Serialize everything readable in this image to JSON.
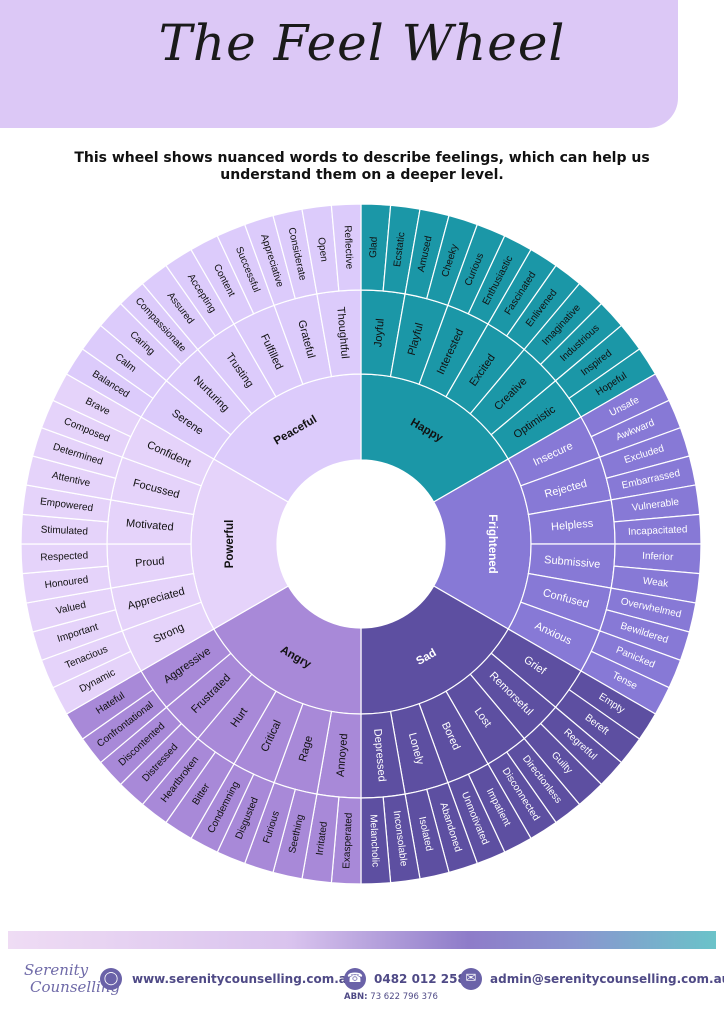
{
  "page": {
    "title": "The Feel Wheel",
    "subtitle": "This wheel shows nuanced words to describe feelings, which can help us understand them on a deeper level."
  },
  "colors": {
    "header_band": "#dcc8f6",
    "happy": "#1b97a7",
    "frightened": "#8779d6",
    "sad": "#5d4fa1",
    "angry": "#a889d8",
    "powerful": "#e5d3fa",
    "peaceful": "#dccbfb"
  },
  "wheel": {
    "segments": [
      {
        "core": "Happy",
        "color": "#1b97a7",
        "text": "#111111",
        "groups": [
          {
            "mid": "Joyful",
            "outer": [
              "Glad",
              "Ecstatic"
            ]
          },
          {
            "mid": "Playful",
            "outer": [
              "Amused",
              "Cheeky"
            ]
          },
          {
            "mid": "Interested",
            "outer": [
              "Curious",
              "Enthusiastic"
            ]
          },
          {
            "mid": "Excited",
            "outer": [
              "Fascinated",
              "Enlivened"
            ]
          },
          {
            "mid": "Creative",
            "outer": [
              "Imaginative",
              "Industrious"
            ]
          },
          {
            "mid": "Optimistic",
            "outer": [
              "Inspired",
              "Hopeful"
            ]
          }
        ]
      },
      {
        "core": "Frightened",
        "color": "#8779d6",
        "text": "#ffffff",
        "groups": [
          {
            "mid": "Insecure",
            "outer": [
              "Unsafe",
              "Awkward"
            ]
          },
          {
            "mid": "Rejected",
            "outer": [
              "Excluded",
              "Embarrassed"
            ]
          },
          {
            "mid": "Helpless",
            "outer": [
              "Vulnerable",
              "Incapacitated"
            ]
          },
          {
            "mid": "Submissive",
            "outer": [
              "Inferior",
              "Weak"
            ]
          },
          {
            "mid": "Confused",
            "outer": [
              "Overwhelmed",
              "Bewildered"
            ]
          },
          {
            "mid": "Anxious",
            "outer": [
              "Panicked",
              "Tense"
            ]
          }
        ]
      },
      {
        "core": "Sad",
        "color": "#5d4fa1",
        "text": "#ffffff",
        "groups": [
          {
            "mid": "Grief",
            "outer": [
              "Empty",
              "Bereft"
            ]
          },
          {
            "mid": "Remorseful",
            "outer": [
              "Regretful",
              "Guilty"
            ]
          },
          {
            "mid": "Lost",
            "outer": [
              "Directionless",
              "Disconnected"
            ]
          },
          {
            "mid": "Bored",
            "outer": [
              "Impatient",
              "Unmotivated"
            ]
          },
          {
            "mid": "Lonely",
            "outer": [
              "Abandoned",
              "Isolated"
            ]
          },
          {
            "mid": "Depressed",
            "outer": [
              "Inconsolable",
              "Melancholic"
            ]
          }
        ]
      },
      {
        "core": "Angry",
        "color": "#a889d8",
        "text": "#111111",
        "groups": [
          {
            "mid": "Annoyed",
            "outer": [
              "Exasperated",
              "Irritated"
            ]
          },
          {
            "mid": "Rage",
            "outer": [
              "Seething",
              "Furious"
            ]
          },
          {
            "mid": "Critical",
            "outer": [
              "Disgusted",
              "Condemning"
            ]
          },
          {
            "mid": "Hurt",
            "outer": [
              "Bitter",
              "Heartbroken"
            ]
          },
          {
            "mid": "Frustrated",
            "outer": [
              "Distressed",
              "Discontented"
            ]
          },
          {
            "mid": "Aggressive",
            "outer": [
              "Confrontational",
              "Hateful"
            ]
          }
        ]
      },
      {
        "core": "Powerful",
        "color": "#e5d3fa",
        "text": "#111111",
        "groups": [
          {
            "mid": "Strong",
            "outer": [
              "Dynamic",
              "Tenacious"
            ]
          },
          {
            "mid": "Appreciated",
            "outer": [
              "Important",
              "Valued"
            ]
          },
          {
            "mid": "Proud",
            "outer": [
              "Honoured",
              "Respected"
            ]
          },
          {
            "mid": "Motivated",
            "outer": [
              "Stimulated",
              "Empowered"
            ]
          },
          {
            "mid": "Focussed",
            "outer": [
              "Attentive",
              "Determined"
            ]
          },
          {
            "mid": "Confident",
            "outer": [
              "Composed",
              "Brave"
            ]
          }
        ]
      },
      {
        "core": "Peaceful",
        "color": "#dccbfb",
        "text": "#111111",
        "groups": [
          {
            "mid": "Serene",
            "outer": [
              "Balanced",
              "Calm"
            ]
          },
          {
            "mid": "Nurturing",
            "outer": [
              "Caring",
              "Compassionate"
            ]
          },
          {
            "mid": "Trusting",
            "outer": [
              "Assured",
              "Accepting"
            ]
          },
          {
            "mid": "Fulfilled",
            "outer": [
              "Content",
              "Successful"
            ]
          },
          {
            "mid": "Grateful",
            "outer": [
              "Appreciative",
              "Considerate"
            ]
          },
          {
            "mid": "Thoughtful",
            "outer": [
              "Open",
              "Reflective"
            ]
          }
        ]
      }
    ]
  },
  "footer": {
    "logo_line1": "Serenity",
    "logo_line2": "Counselling",
    "website": "www.serenitycounselling.com.au",
    "phone": "0482 012 258",
    "email": "admin@serenitycounselling.com.au",
    "abn_label": "ABN:",
    "abn_value": "73 622 796 376",
    "icons": [
      "globe-icon",
      "phone-icon",
      "mail-icon"
    ]
  }
}
